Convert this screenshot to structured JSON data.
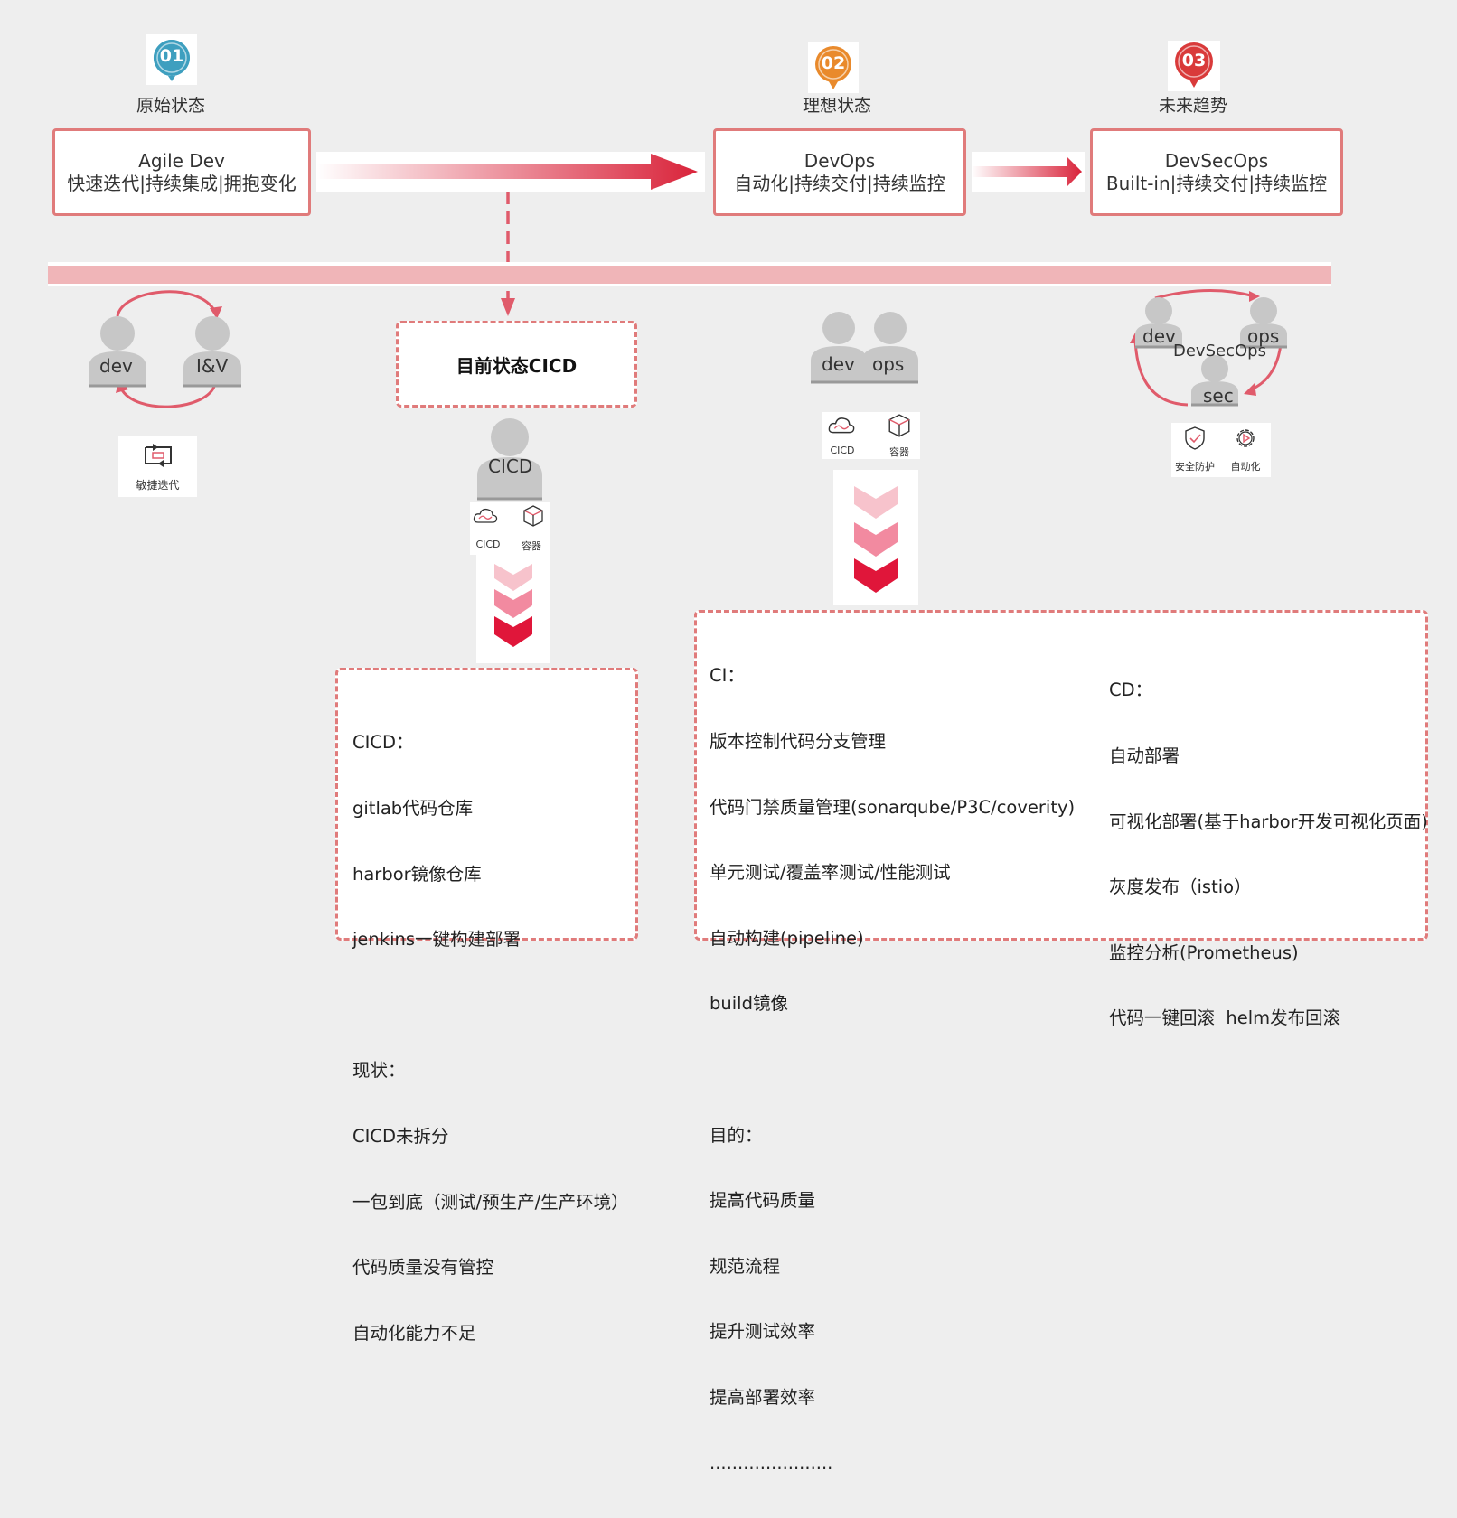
{
  "stages": [
    {
      "badge": "01",
      "label": "原始状态",
      "title": "Agile Dev",
      "subtitle": "快速迭代|持续集成|拥抱变化",
      "color": "#3e9fbf"
    },
    {
      "badge": "02",
      "label": "理想状态",
      "title": "DevOps",
      "subtitle": "自动化|持续交付|持续监控",
      "color": "#e98a2c"
    },
    {
      "badge": "03",
      "label": "未来趋势",
      "title": "DevSecOps",
      "subtitle": "Built-in|持续交付|持续监控",
      "color": "#d93a3a"
    }
  ],
  "current_state": {
    "title": "目前状态CICD"
  },
  "agile": {
    "dev": "dev",
    "iv": "I&V",
    "tile_label": "敏捷迭代"
  },
  "cicd_person": {
    "label": "CICD",
    "tiles": [
      "CICD",
      "容器"
    ]
  },
  "devops": {
    "dev": "dev",
    "ops": "ops",
    "tiles": [
      "CICD",
      "容器"
    ]
  },
  "devsecops": {
    "dev": "dev",
    "ops": "ops",
    "center": "DevSecOps",
    "sec": "sec",
    "tiles": [
      "安全防护",
      "自动化"
    ]
  },
  "cicd_box": {
    "lines": [
      "CICD：",
      "gitlab代码仓库",
      "harbor镜像仓库",
      "jenkins一键构建部署",
      "",
      "现状：",
      "CICD未拆分",
      "一包到底（测试/预生产/生产环境）",
      "代码质量没有管控",
      "自动化能力不足"
    ]
  },
  "ci_box": {
    "lines": [
      "CI：",
      "版本控制代码分支管理",
      "代码门禁质量管理(sonarqube/P3C/coverity)",
      "单元测试/覆盖率测试/性能测试",
      "自动构建(pipeline)",
      "build镜像",
      "",
      "目的：",
      "提高代码质量",
      "规范流程",
      "提升测试效率",
      "提高部署效率",
      "......................"
    ]
  },
  "cd_box": {
    "lines": [
      "CD：",
      "自动部署",
      "可视化部署(基于harbor开发可视化页面)",
      "灰度发布（istio）",
      "监控分析(Prometheus)",
      "代码一键回滚  helm发布回滚"
    ]
  },
  "colors": {
    "accent": "#e07b7b",
    "arrow": "#d9233a",
    "band": "#f0b5b8"
  }
}
